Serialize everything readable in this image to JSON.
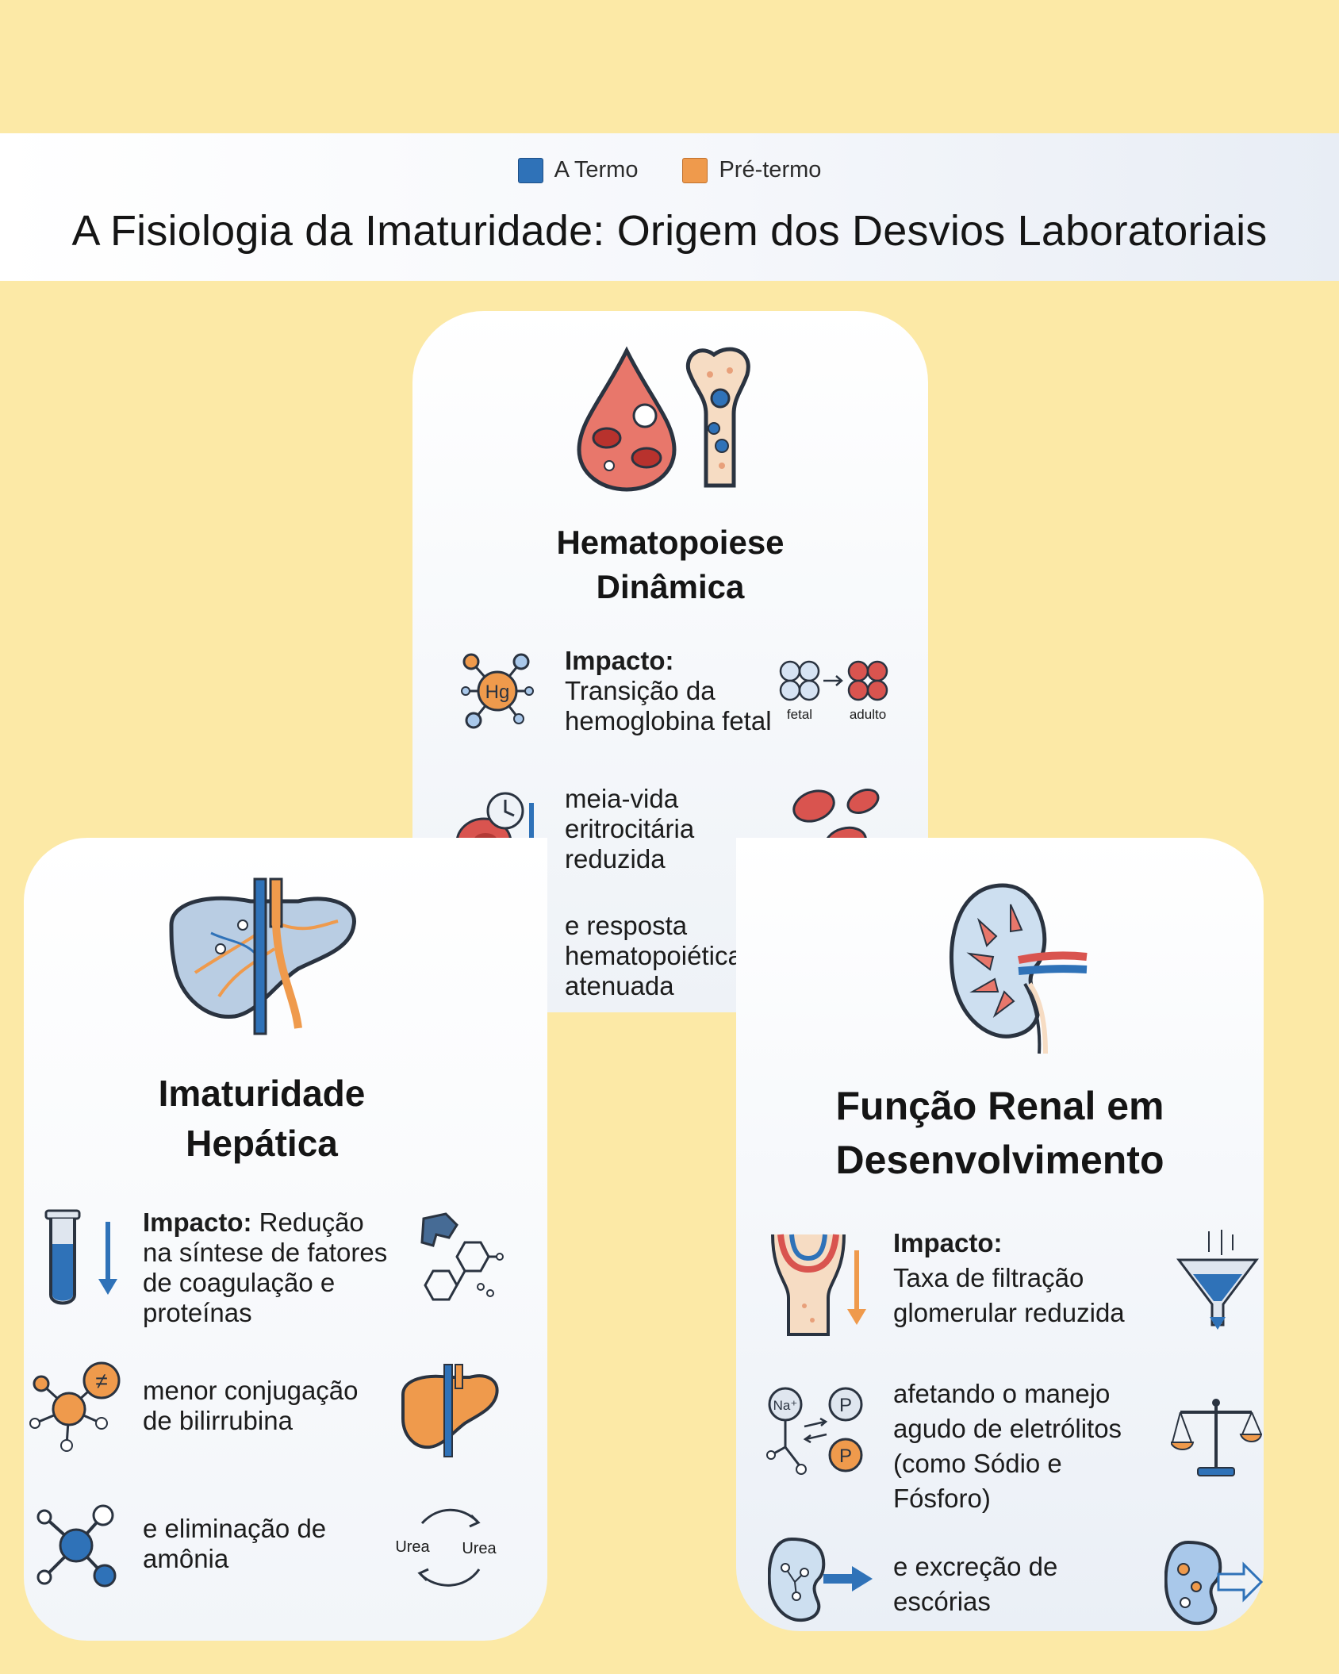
{
  "legend": [
    {
      "label": "A Termo",
      "color": "#2f72b8"
    },
    {
      "label": "Pré-termo",
      "color": "#ef9a4c"
    }
  ],
  "title": "A Fisiologia da Imaturidade: Origem dos Desvios Laboratoriais",
  "hematopoiese": {
    "heading_line1": "Hematopoiese",
    "heading_line2": "Dinâmica",
    "items": [
      {
        "bold": "Impacto:",
        "text_line1": "Transição da",
        "text_line2": "hemoglobina fetal",
        "hg_label": "Hg",
        "fetal_label": "fetal",
        "adulto_label": "adulto"
      },
      {
        "line1": "meia-vida",
        "line2": "eritrocitária",
        "line3": "reduzida"
      },
      {
        "line1": "e resposta",
        "line2": "hematopoiética",
        "line3": "atenuada"
      }
    ]
  },
  "hepatica": {
    "heading_line1": "Imaturidade",
    "heading_line2": "Hepática",
    "items": [
      {
        "bold": "Impacto:",
        "line1": " Redução",
        "line2": "na síntese de fatores",
        "line3": "de coagulação e",
        "line4": "proteínas"
      },
      {
        "line1": "menor conjugação",
        "line2": "de bilirrubina"
      },
      {
        "line1": "e eliminação de",
        "line2": "amônia",
        "urea1": "Urea",
        "urea2": "Urea"
      }
    ]
  },
  "renal": {
    "heading_line1": "Função Renal em",
    "heading_line2": "Desenvolvimento",
    "items": [
      {
        "bold": "Impacto:",
        "line1": "Taxa de filtração",
        "line2": "glomerular reduzida"
      },
      {
        "line1": "afetando o manejo",
        "line2": "agudo de eletrólitos",
        "line3": "(como Sódio e",
        "line4": "Fósforo)",
        "na_label": "Na⁺",
        "p_label": "P"
      },
      {
        "line1": "e excreção de",
        "line2": "escórias"
      }
    ]
  },
  "colors": {
    "blue": "#2f72b8",
    "orange": "#ef9a4c",
    "red": "#d9544f",
    "outline": "#2a3340"
  }
}
